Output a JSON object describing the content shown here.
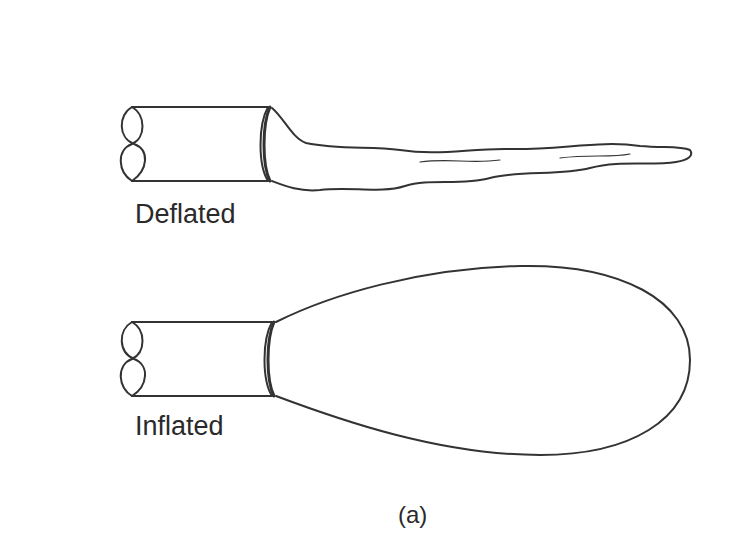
{
  "diagram": {
    "labels": [
      "Deflated",
      "Inflated",
      "(a)"
    ]
  }
}
